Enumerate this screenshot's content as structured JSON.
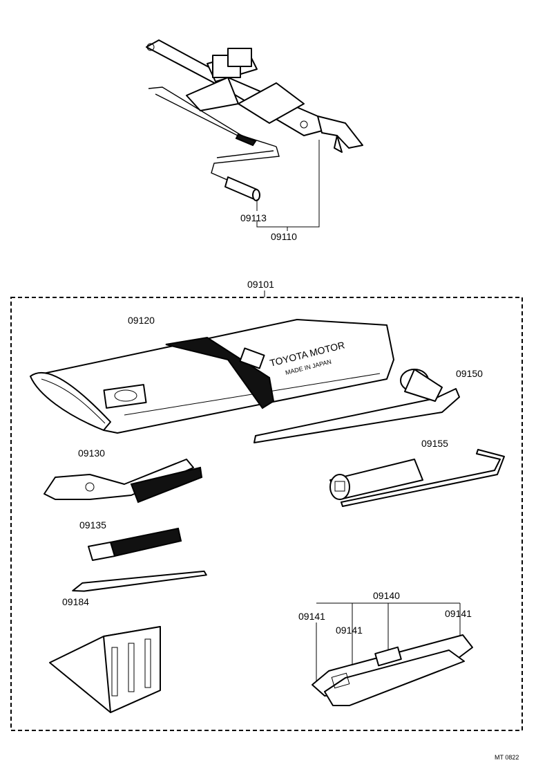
{
  "labels": {
    "p09113": "09113",
    "p09110": "09110",
    "p09101": "09101",
    "p09120": "09120",
    "p09150": "09150",
    "p09130": "09130",
    "p09155": "09155",
    "p09135": "09135",
    "p09184": "09184",
    "p09140": "09140",
    "p09141_left": "09141",
    "p09141_mid": "09141",
    "p09141_right": "09141"
  },
  "bag_print": {
    "line1": "TOYOTA MOTOR",
    "line2": "MADE IN JAPAN"
  },
  "footer_code": "MT 0822"
}
